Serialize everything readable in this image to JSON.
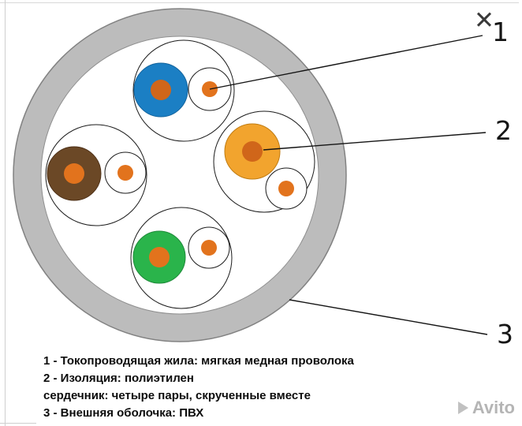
{
  "diagram": {
    "title_semantic": "utp-cable-cross-section",
    "callouts": [
      {
        "label": "1"
      },
      {
        "label": "2"
      },
      {
        "label": "3"
      }
    ],
    "colors": {
      "jacket": "#bcbcbc",
      "jacket_edge": "#8a8a8a",
      "blue_wire": "#1b7fc4",
      "orange_wire": "#f2a42e",
      "brown_wire": "#6b4826",
      "green_wire": "#2ab44b",
      "core": "#e2731d",
      "core_deep": "#d0661a",
      "outline": "#1b1b1b"
    }
  },
  "caption": {
    "lines": [
      "1 - Токопроводящая жила: мягкая медная проволока",
      "2 - Изоляция: полиэтилен",
      "сердечник: четыре пары, скрученные вместе",
      "3 - Внешняя оболочка: ПВХ"
    ]
  },
  "close_button": {
    "symbol": "✕"
  },
  "watermark": {
    "text": "Avito"
  }
}
